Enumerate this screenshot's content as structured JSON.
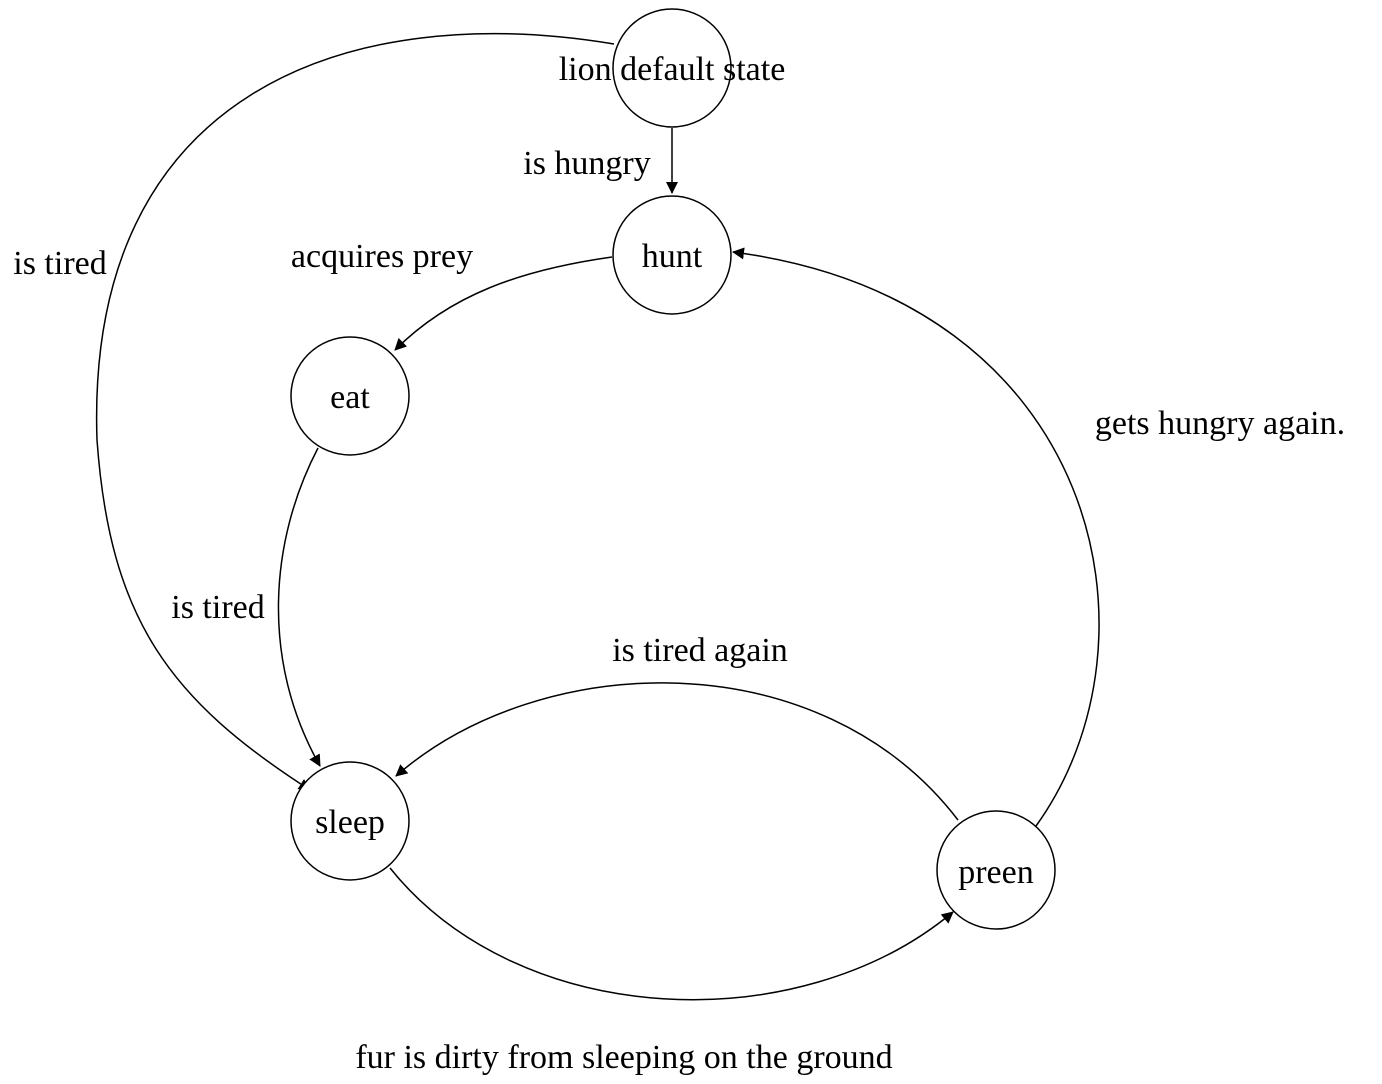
{
  "nodes": {
    "default": {
      "label": "lion default state"
    },
    "hunt": {
      "label": "hunt"
    },
    "eat": {
      "label": "eat"
    },
    "sleep": {
      "label": "sleep"
    },
    "preen": {
      "label": "preen"
    }
  },
  "edges": {
    "default_to_hunt": {
      "label": "is hungry"
    },
    "default_to_sleep": {
      "label": "is tired"
    },
    "hunt_to_eat": {
      "label": "acquires prey"
    },
    "eat_to_sleep": {
      "label": "is tired"
    },
    "preen_to_sleep": {
      "label": "is tired again"
    },
    "preen_to_hunt": {
      "label": "gets hungry again."
    },
    "sleep_to_preen": {
      "label": "fur is dirty from sleeping on the ground"
    }
  },
  "colors": {
    "stroke": "#000000",
    "background": "#ffffff"
  }
}
